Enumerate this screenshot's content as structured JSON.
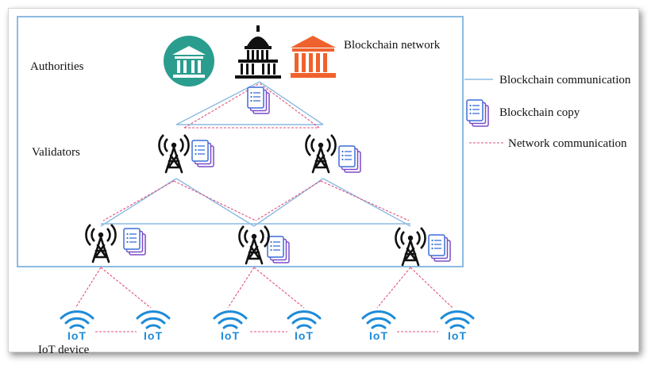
{
  "labels": {
    "authorities": "Authorities",
    "validators": "Validators",
    "blockchain_network": "Blockchain network",
    "iot_device": "IoT device",
    "iot_badge": "IoT"
  },
  "legend": {
    "blockchain_communication": "Blockchain communication",
    "blockchain_copy": "Blockchain copy",
    "network_communication": "Network communication"
  },
  "colors": {
    "blockchain_line": "#8bbbe3",
    "network_line": "#e0507a",
    "authority_teal": "#2a9d8f",
    "authority_orange": "#f0622d",
    "iot_blue": "#1e8bd8",
    "document_purple": "#7a4bc8"
  },
  "icons": {
    "authority_left": "bank-icon",
    "authority_center": "capitol-icon",
    "authority_right": "bank-icon",
    "validator": "radio-tower-icon",
    "copy": "document-stack-icon",
    "device": "wifi-iot-icon"
  }
}
